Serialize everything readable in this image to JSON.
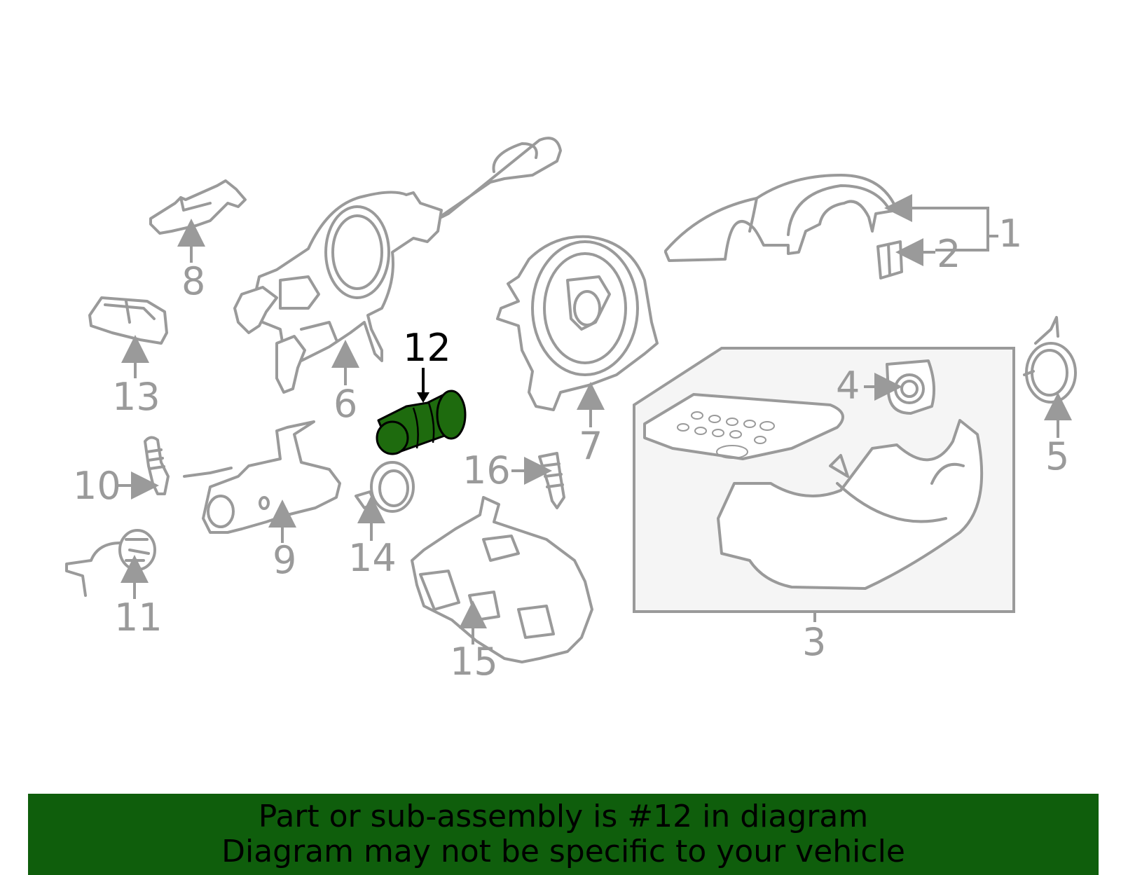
{
  "diagram": {
    "callouts": [
      "1",
      "2",
      "3",
      "4",
      "5",
      "6",
      "7",
      "8",
      "9",
      "10",
      "11",
      "12",
      "13",
      "14",
      "15",
      "16"
    ],
    "highlighted_part": "12",
    "colors": {
      "line": "#9a9a9a",
      "highlight_fill": "#1e6b0e",
      "highlight_stroke": "#000000",
      "group_box": "#f5f5f5",
      "banner": "#0f5e0c"
    }
  },
  "banner": {
    "line1": "Part or sub-assembly is #12 in diagram",
    "line2": "Diagram may not be specific to your vehicle"
  }
}
